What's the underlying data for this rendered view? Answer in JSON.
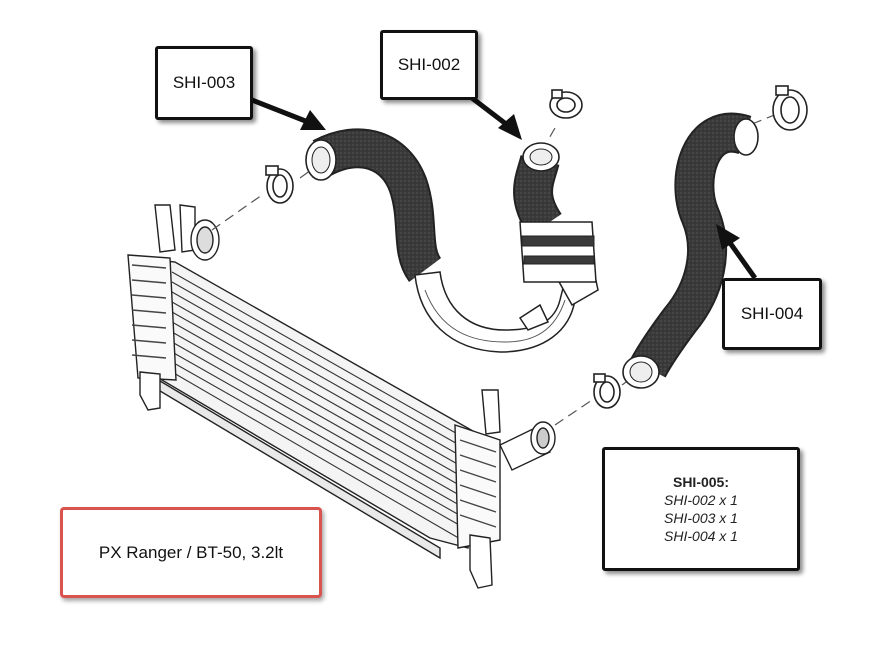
{
  "callouts": {
    "shi003": "SHI-003",
    "shi002": "SHI-002",
    "shi004": "SHI-004"
  },
  "kit": {
    "title": "SHI-005:",
    "items": [
      "SHI-002 x 1",
      "SHI-003 x 1",
      "SHI-004 x 1"
    ]
  },
  "vehicle": {
    "label": "PX Ranger / BT-50, 3.2lt"
  },
  "colors": {
    "hose": "#3a3a3a",
    "outline": "#222222",
    "vehicle_border": "#d9534f"
  }
}
